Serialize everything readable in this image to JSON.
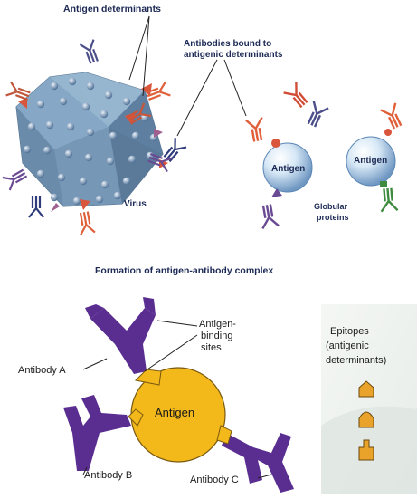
{
  "top_panel": {
    "label_antigen_determinants": "Antigen determinants",
    "label_antibodies_bound_line1": "Antibodies bound to",
    "label_antibodies_bound_line2": "antigenic determinants",
    "label_virus": "Virus",
    "label_antigen_1": "Antigen",
    "label_antigen_2": "Antigen",
    "label_globular_line1": "Globular",
    "label_globular_line2": "proteins",
    "caption": "Formation of antigen-antibody complex"
  },
  "bottom_panel": {
    "label_binding_line1": "Antigen-",
    "label_binding_line2": "binding",
    "label_binding_line3": "sites",
    "label_antibody_a": "Antibody A",
    "label_antibody_b": "Antibody B",
    "label_antibody_c": "Antibody C",
    "label_antigen": "Antigen",
    "label_epitopes_line1": "Epitopes",
    "label_epitopes_line2": "(antigenic",
    "label_epitopes_line3": "determinants)"
  },
  "colors": {
    "antibody_purple": "#5a2d91",
    "antigen_yellow": "#f3b81a",
    "epitope_orange": "#e9a32a",
    "virus_blue": "#7ea3c2",
    "antibody_red": "#e0603a",
    "antibody_blue": "#2e3c7c",
    "text_navy": "#1d2a55"
  }
}
